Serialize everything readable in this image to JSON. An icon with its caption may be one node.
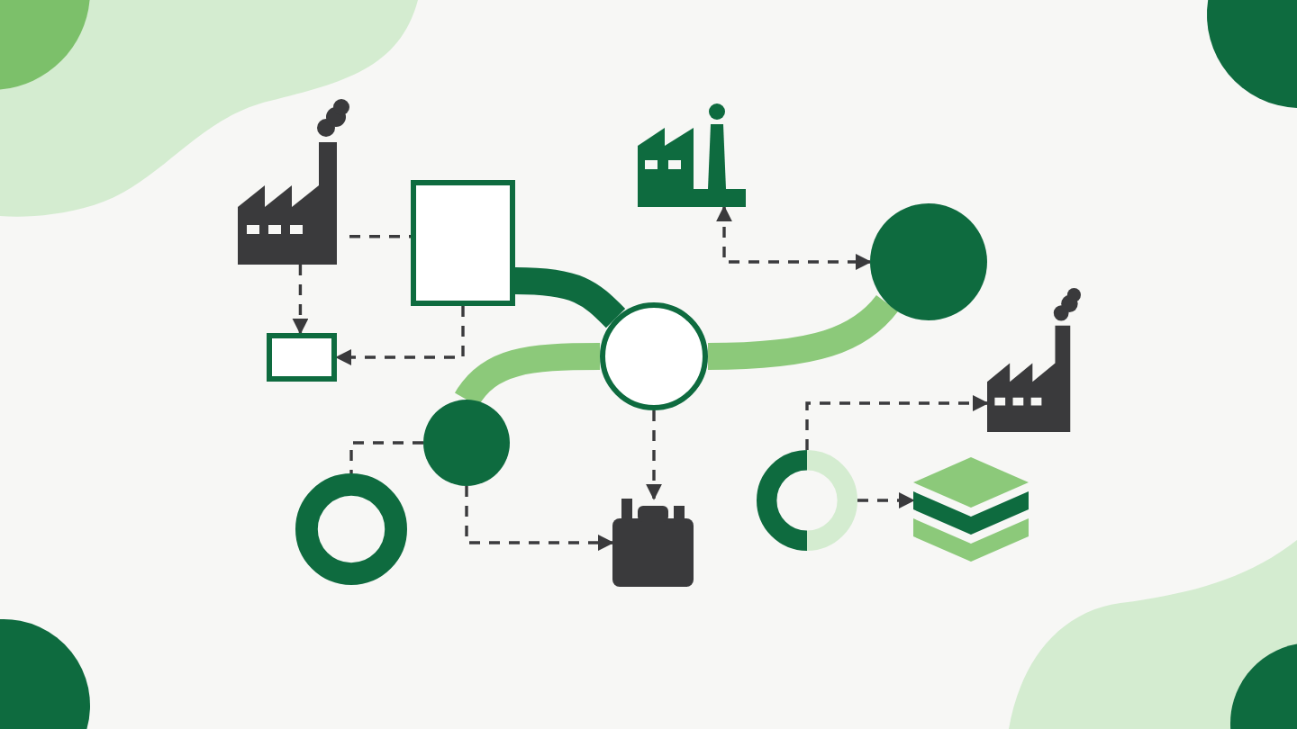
{
  "diagram": {
    "nodes": [
      {
        "text": [],
        "shape": "picture"
      },
      {
        "text": [],
        "shape": "box"
      },
      {
        "text": [],
        "shape": "picture"
      },
      {
        "text": [],
        "shape": "circle"
      },
      {
        "text": [],
        "shape": "box"
      },
      {
        "text": [],
        "shape": "circle"
      },
      {
        "text": [],
        "shape": "picture"
      },
      {
        "text": [],
        "shape": "circle"
      },
      {
        "text": [],
        "shape": "ring"
      },
      {
        "text": [],
        "shape": "ring"
      },
      {
        "text": [],
        "shape": "picture"
      },
      {
        "text": [],
        "shape": "battery"
      }
    ],
    "edges": [
      {
        "from": 0,
        "to": 1,
        "arrow": "none",
        "style": "dashed"
      },
      {
        "from": 0,
        "to": 4,
        "arrow": "to",
        "style": "dashed"
      },
      {
        "from": 1,
        "to": 4,
        "arrow": "to",
        "style": "dashed"
      },
      {
        "from": 1,
        "to": 5,
        "arrow": "none",
        "style": "thick",
        "color": "#0e6b3f"
      },
      {
        "from": 2,
        "to": 3,
        "arrow": "both",
        "style": "dashed"
      },
      {
        "from": 5,
        "to": 3,
        "arrow": "none",
        "style": "thick",
        "color": "#8cc97a"
      },
      {
        "from": 5,
        "to": 7,
        "arrow": "none",
        "style": "thick",
        "color": "#8cc97a"
      },
      {
        "from": 7,
        "to": 8,
        "arrow": "none",
        "style": "dashed"
      },
      {
        "from": 7,
        "to": 11,
        "arrow": "to",
        "style": "dashed"
      },
      {
        "from": 5,
        "to": 11,
        "arrow": "to",
        "style": "dashed"
      },
      {
        "from": 9,
        "to": 6,
        "arrow": "to",
        "style": "dashed"
      },
      {
        "from": 9,
        "to": 10,
        "arrow": "to",
        "style": "dashed"
      }
    ]
  }
}
